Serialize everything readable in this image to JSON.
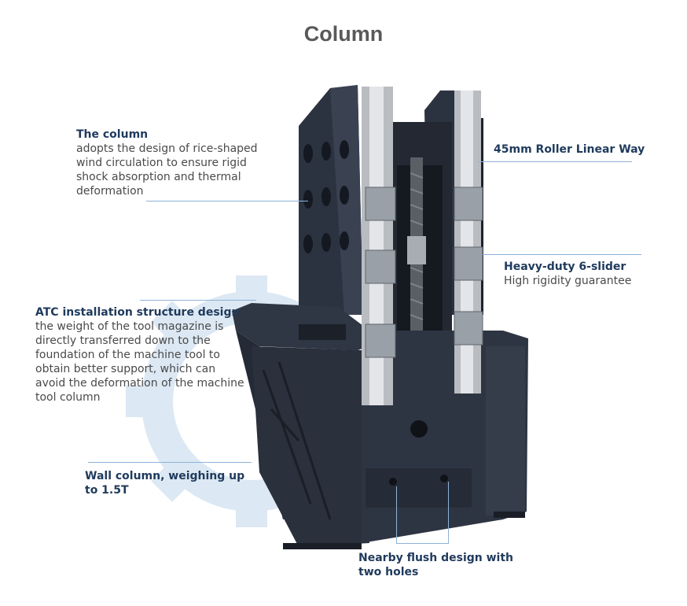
{
  "title": "Column",
  "callouts": {
    "column": {
      "head": "The column",
      "desc": "adopts the design of rice-shaped wind circulation to ensure rigid shock absorption and thermal deformation"
    },
    "roller": {
      "head": "45mm Roller Linear Way"
    },
    "slider": {
      "head": "Heavy-duty 6-slider",
      "desc": "High rigidity guarantee"
    },
    "atc": {
      "head": "ATC installation structure design",
      "desc": "the weight of the tool magazine is directly transferred down to the foundation of the machine tool to obtain better support, which can avoid the deformation of the machine tool column"
    },
    "wall": {
      "head": "Wall column, weighing up to 1.5T"
    },
    "holes": {
      "head": "Nearby flush design with two holes"
    }
  },
  "colors": {
    "casting": "#2c3340",
    "rail": "#c9ccd0",
    "gear_watermark": "#d6e4f2",
    "leader": "#8db3d9",
    "heading_text": "#1f3a5c"
  }
}
